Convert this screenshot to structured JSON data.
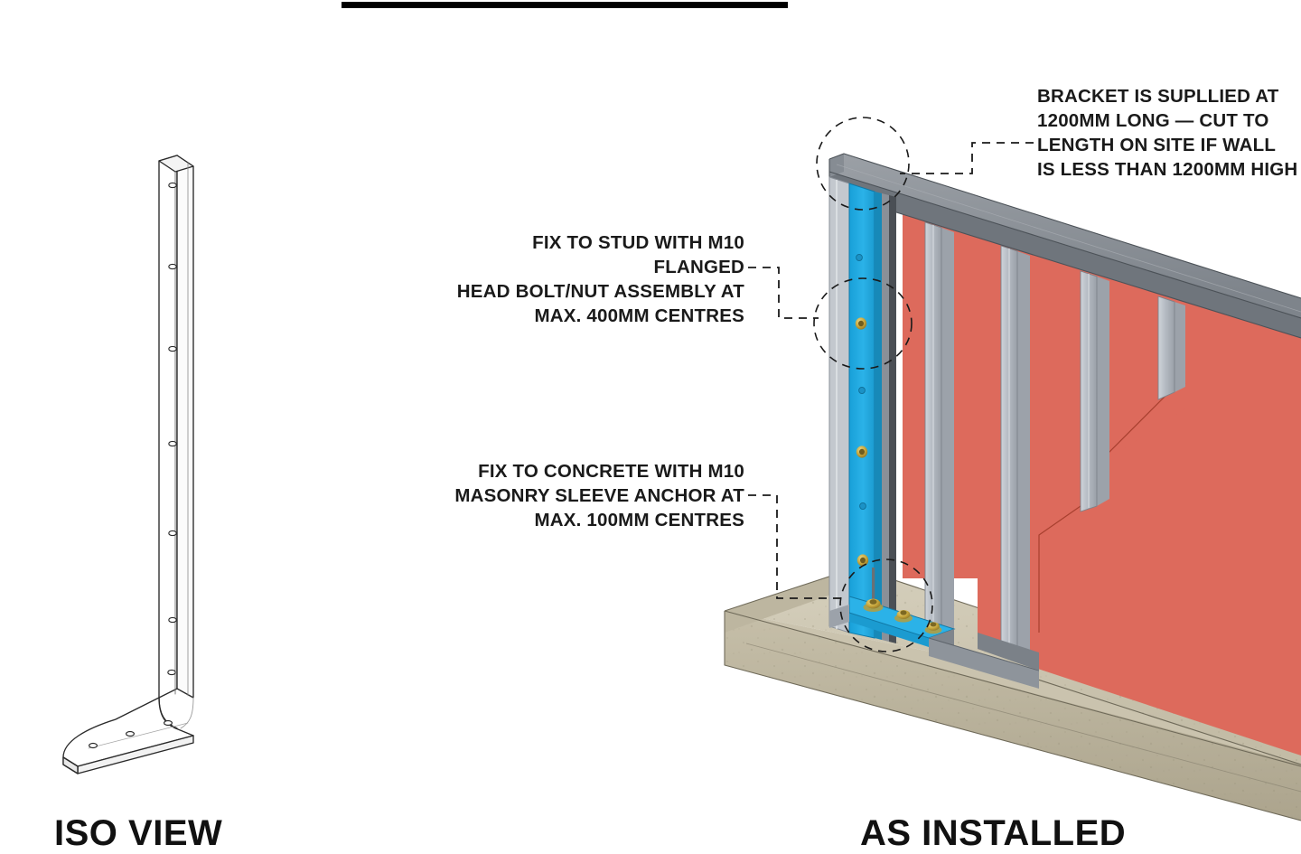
{
  "sheet": {
    "title_rule": "",
    "background_color": "#ffffff"
  },
  "annotations": {
    "bracket_length": {
      "text": "BRACKET IS SUPLLIED AT\n1200MM LONG — CUT TO\nLENGTH ON SITE IF WALL\nIS LESS THAN 1200MM HIGH",
      "align": "left"
    },
    "stud_fixing": {
      "text": "FIX TO STUD WITH M10 FLANGED\nHEAD BOLT/NUT ASSEMBLY AT\nMAX. 400MM CENTRES",
      "align": "right"
    },
    "concrete_fixing": {
      "text": "FIX TO CONCRETE WITH M10\nMASONRY SLEEVE ANCHOR AT\nMAX. 100MM CENTRES",
      "align": "right"
    }
  },
  "captions": {
    "iso_view": "ISO VIEW",
    "as_installed": "AS INSTALLED"
  },
  "colors": {
    "bracket_blue": "#22a8de",
    "bracket_blue_dark": "#1789b8",
    "bracket_blue_light": "#4cc0ee",
    "lining_red": "#dd6a5c",
    "lining_red_dark": "#c25547",
    "lining_red_edge": "#b64a3d",
    "steel_grey": "#b9bec6",
    "steel_grey_dark": "#8b9199",
    "steel_grey_light": "#d5d9de",
    "track_grey": "#8e9399",
    "concrete_tan": "#c9c2ad",
    "concrete_tan_dark": "#b3ac96",
    "concrete_tan_light": "#d6d0bd",
    "bolt_gold": "#c9a83c",
    "line_black": "#1a1a1a"
  },
  "iso_view": {
    "label": "ISO VIEW",
    "description": "L-shaped steel angle bracket, isometric line drawing",
    "vertical_leg_holes": 7,
    "foot_holes": 3
  },
  "installed_view": {
    "label": "AS INSTALLED",
    "description": "Steel stud wall with blue angle bracket fixed to end stud and concrete slab",
    "detail_circles": 3,
    "bolt_heads_on_bracket": 4,
    "open_holes_on_bracket": 3,
    "slab_anchors": 3,
    "studs_visible": 5
  }
}
